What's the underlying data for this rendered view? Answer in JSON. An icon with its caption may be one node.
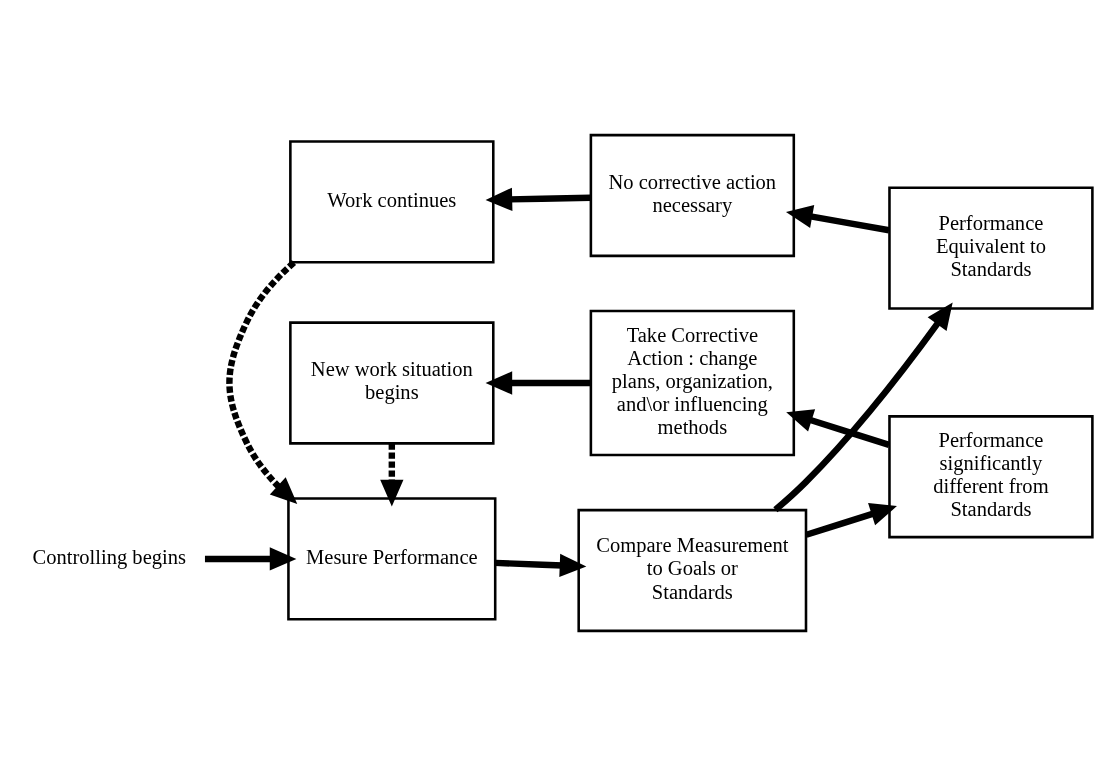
{
  "diagram": {
    "nodes": [
      {
        "text": [
          "Work continues"
        ]
      },
      {
        "text": [
          "No corrective action necessary"
        ]
      },
      {
        "text": [
          "Controlling begins"
        ]
      },
      {
        "text": [
          "Mesure Performance"
        ]
      },
      {
        "text": [
          "Compare Measurement to Goals or Standards"
        ]
      },
      {
        "text": [
          "Performance Equivalent to Standards"
        ]
      },
      {
        "text": [
          "Performance significantly different from Standards"
        ]
      },
      {
        "text": [
          "New work situation begins"
        ]
      },
      {
        "text": [
          "Take Corrective Action : change plans, organization, and\\or influencing methods"
        ]
      }
    ],
    "edges": [
      {
        "from": 1,
        "to": 0,
        "arrow": "to"
      },
      {
        "from": 5,
        "to": 1,
        "arrow": "to"
      },
      {
        "from": 0,
        "to": 3,
        "arrow": "to",
        "style": "dashed"
      },
      {
        "from": 2,
        "to": 3,
        "arrow": "to"
      },
      {
        "from": 3,
        "to": 4,
        "arrow": "to"
      },
      {
        "from": 4,
        "to": 5,
        "arrow": "to"
      },
      {
        "from": 4,
        "to": 6,
        "arrow": "to"
      },
      {
        "from": 6,
        "to": 8,
        "arrow": "to"
      },
      {
        "from": 8,
        "to": 7,
        "arrow": "to"
      },
      {
        "from": 7,
        "to": 3,
        "arrow": "to",
        "style": "dashed"
      }
    ]
  }
}
